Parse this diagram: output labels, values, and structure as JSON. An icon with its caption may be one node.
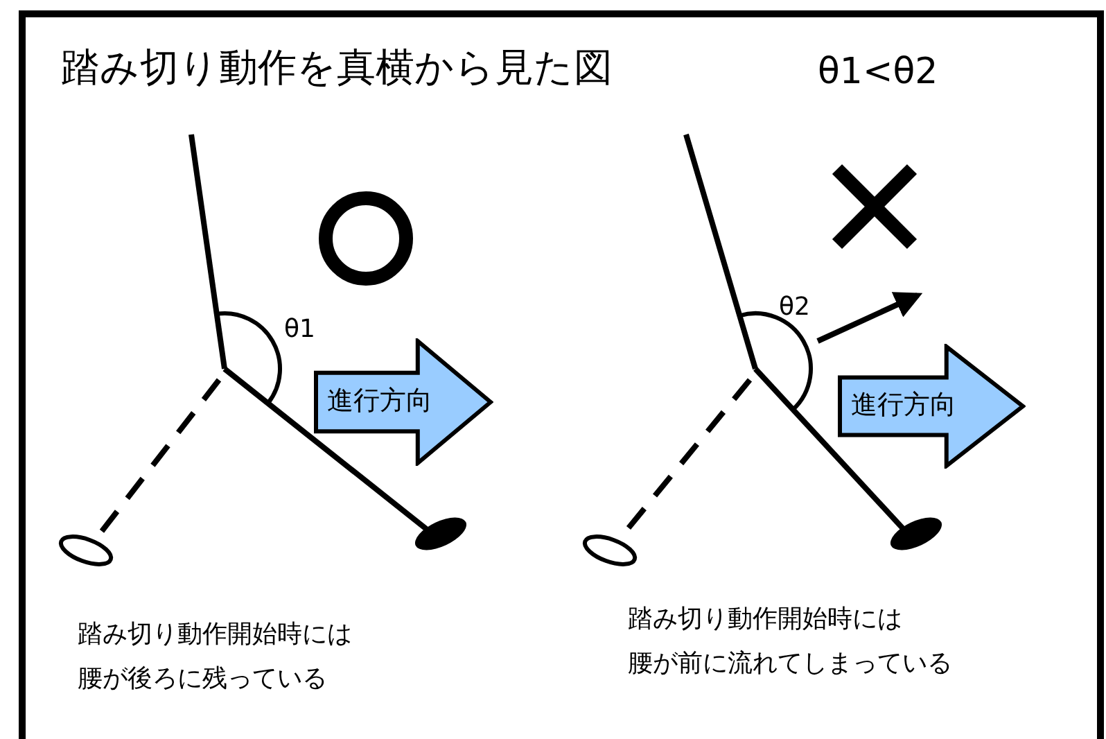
{
  "diagram": {
    "title": "踏み切り動作を真横から見た図",
    "nodes": [
      {
        "text": [
          "進行方向"
        ]
      },
      {
        "text": [
          "進行方向"
        ]
      }
    ],
    "labels": [
      "θ1<θ2",
      "θ1",
      "θ2",
      "踏み切り動作開始時には",
      "腰が後ろに残っている",
      "踏み切り動作開始時には",
      "腰が前に流れてしまっている"
    ]
  }
}
